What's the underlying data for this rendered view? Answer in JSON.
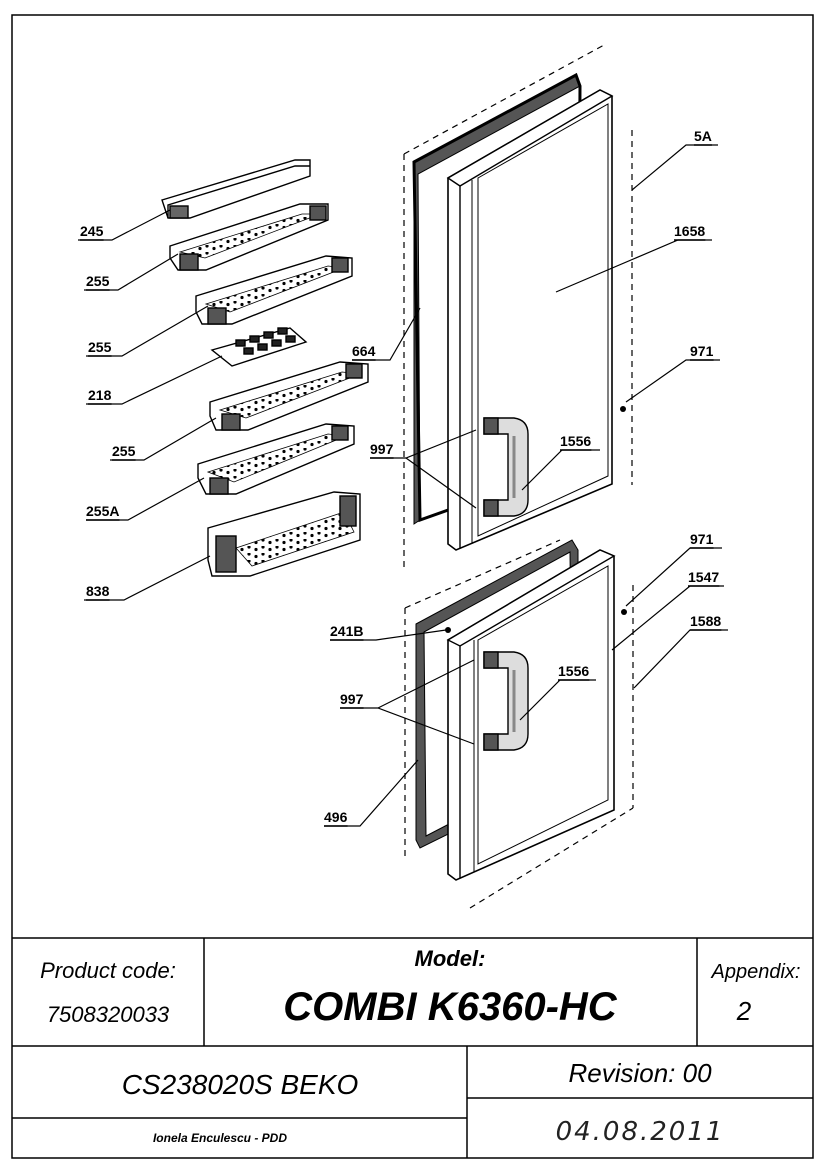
{
  "callouts": {
    "c245": "245",
    "c255a": "255",
    "c255b": "255",
    "c218": "218",
    "c255c": "255",
    "c255A": "255A",
    "c838": "838",
    "c5A": "5A",
    "c1658": "1658",
    "c664": "664",
    "c971a": "971",
    "c997a": "997",
    "c1556a": "1556",
    "c971b": "971",
    "c1547": "1547",
    "c241B": "241B",
    "c1588": "1588",
    "c997b": "997",
    "c1556b": "1556",
    "c496": "496"
  },
  "title_block": {
    "product_code_label": "Product code:",
    "product_code": "7508320033",
    "model_label": "Model:",
    "model": "COMBI K6360-HC",
    "appendix_label": "Appendix:",
    "appendix": "2",
    "document": "CS238020S BEKO",
    "revision": "Revision: 00",
    "author": "Ionela Enculescu - PDD",
    "date": "04.08.2011"
  }
}
